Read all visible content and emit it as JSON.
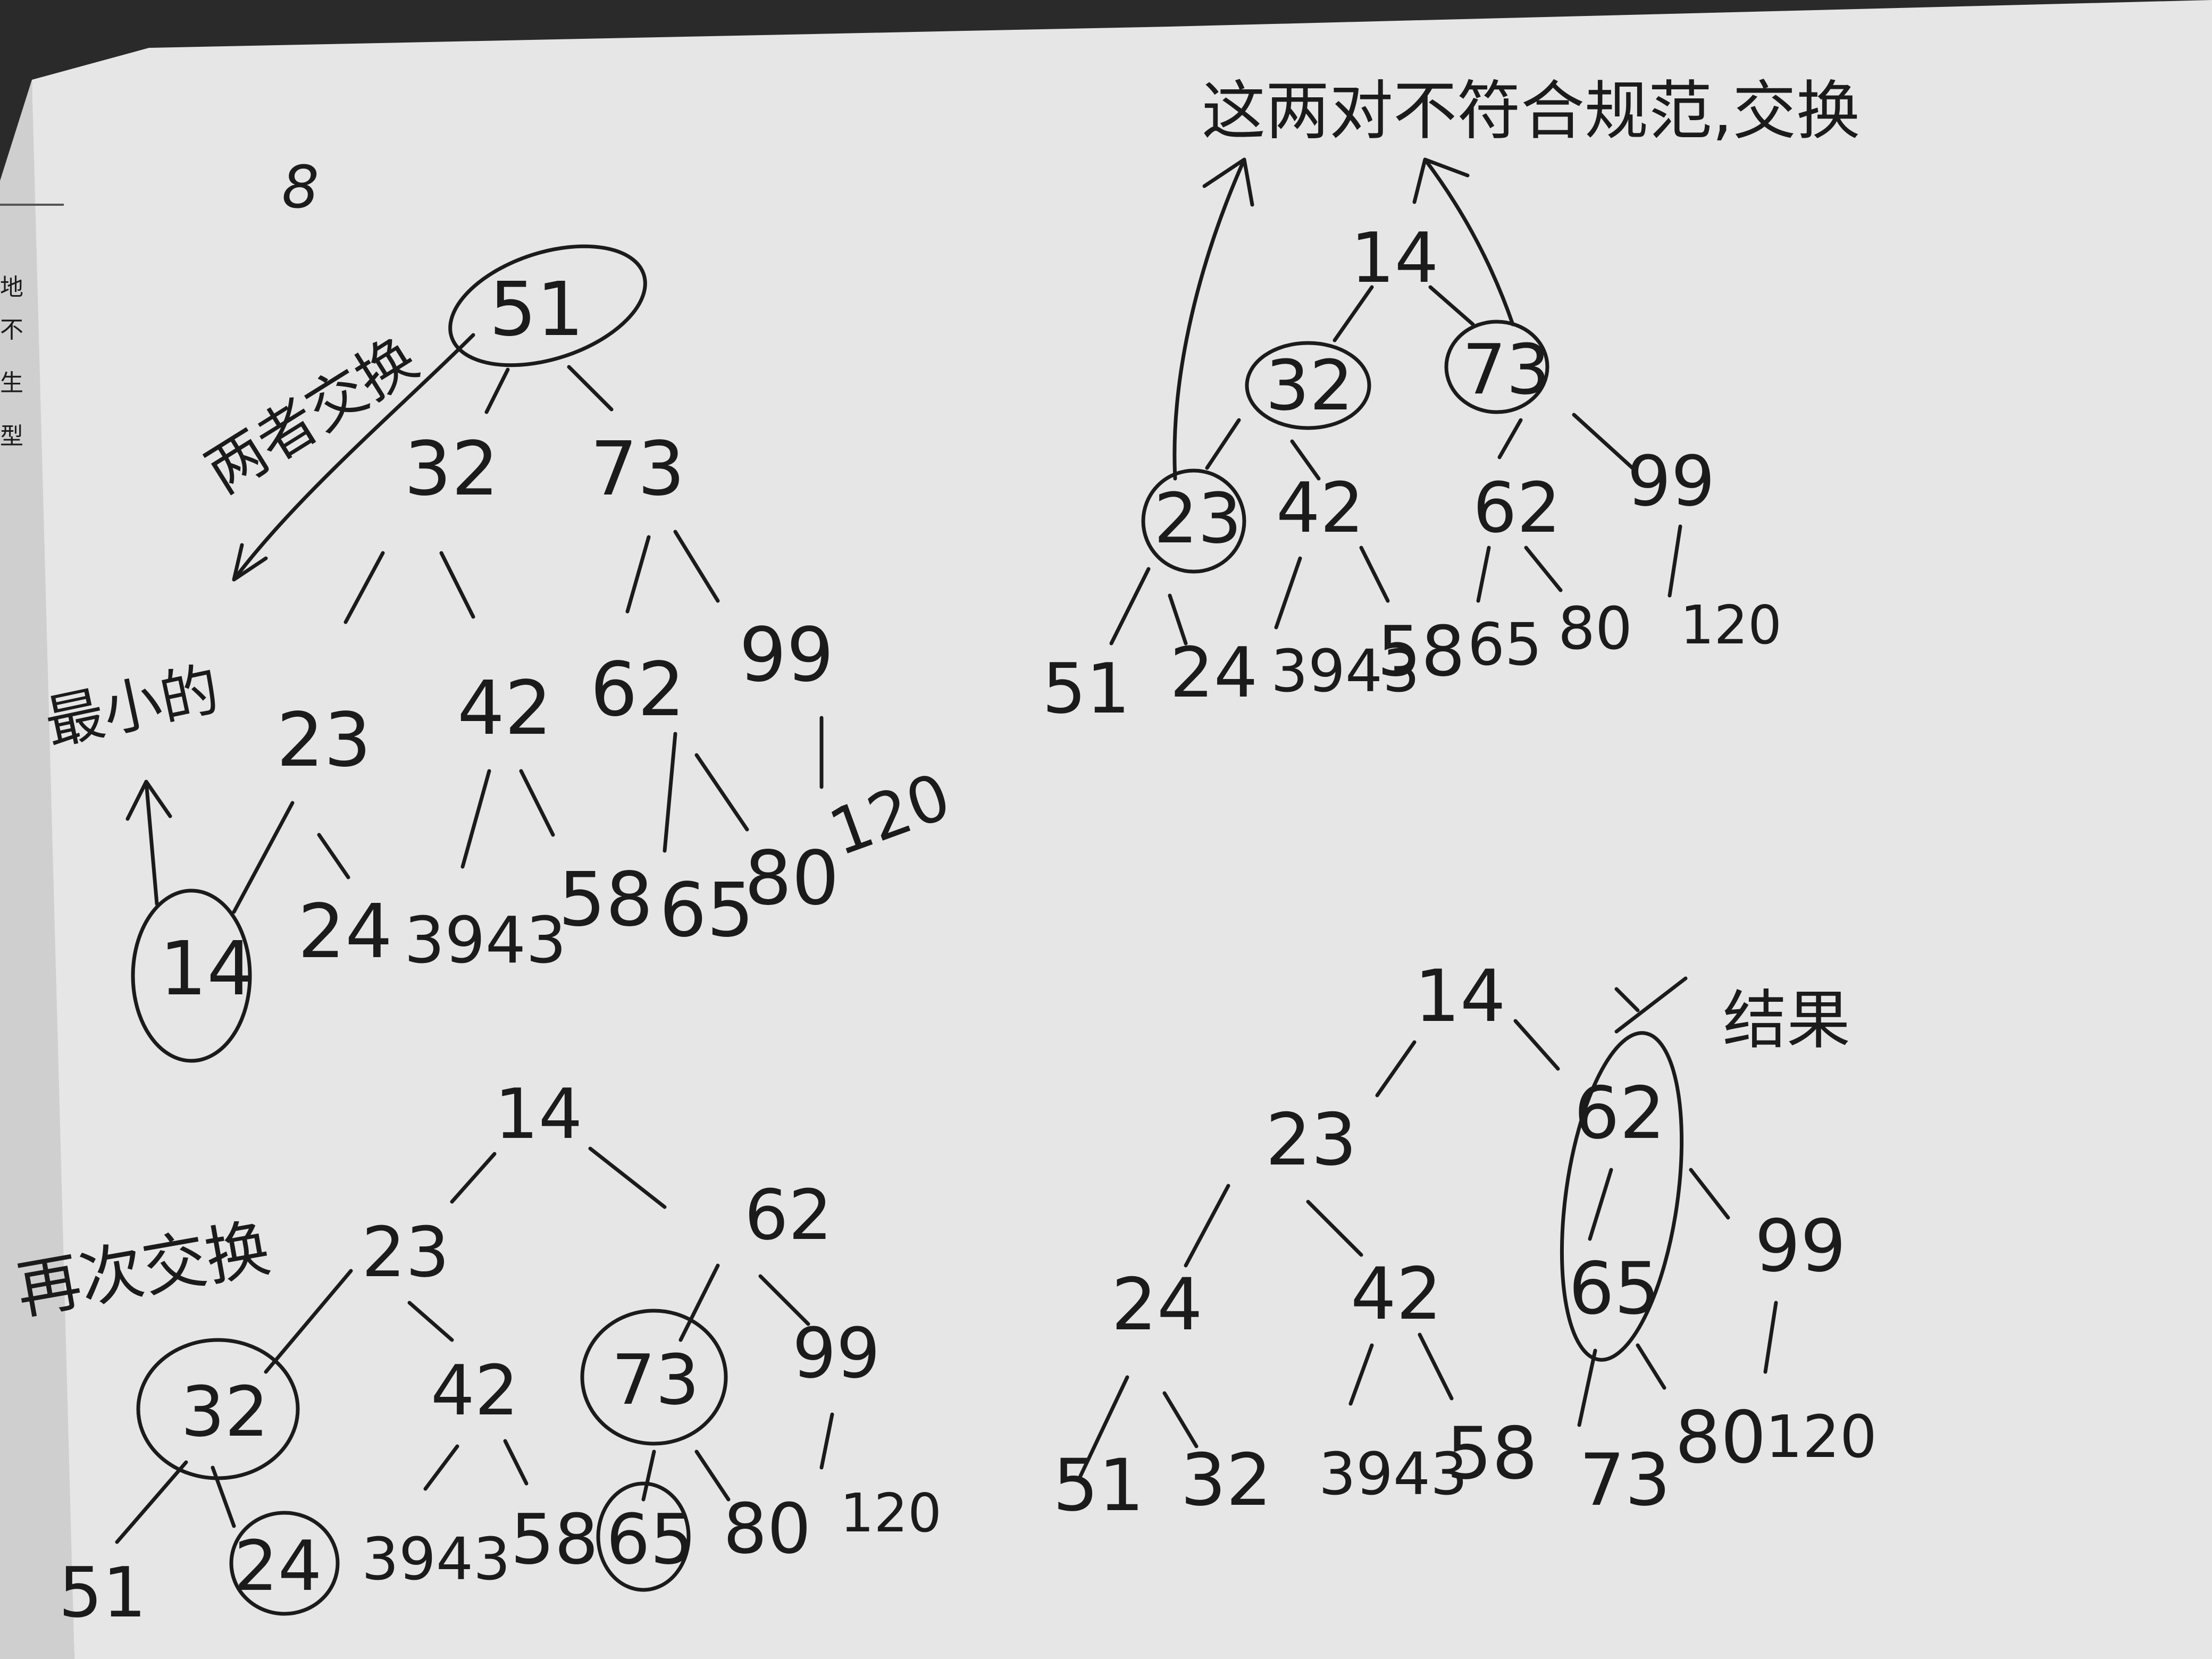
{
  "page_marker": "8",
  "colors": {
    "paper": "#e6e6e6",
    "ink": "#1b1b1b",
    "background": "#2a2a2a"
  },
  "margin_fragments": [
    "地",
    "不",
    "生",
    "型"
  ],
  "diagram_1": {
    "annotation_swap": "两者交换",
    "annotation_min": "最小的",
    "nodes": {
      "n51": "51",
      "n32": "32",
      "n73": "73",
      "n23": "23",
      "n42": "42",
      "n62": "62",
      "n99": "99",
      "n14": "14",
      "n24": "24",
      "n3943": "3943",
      "n58": "58",
      "n65": "65",
      "n80": "80",
      "n120": "120"
    }
  },
  "diagram_2": {
    "annotation": "这两对不符合规范,交换",
    "nodes": {
      "n14": "14",
      "n32": "32",
      "n73": "73",
      "n23": "23",
      "n42": "42",
      "n62": "62",
      "n99": "99",
      "n51": "51",
      "n24": "24",
      "n3943": "3943",
      "n58": "58",
      "n65": "65",
      "n80": "80",
      "n120": "120"
    }
  },
  "diagram_3": {
    "annotation": "再次交换",
    "nodes": {
      "n14": "14",
      "n23": "23",
      "n62": "62",
      "n32": "32",
      "n42": "42",
      "n73": "73",
      "n99": "99",
      "n51": "51",
      "n24": "24",
      "n3943": "3943",
      "n58": "58",
      "n65": "65",
      "n80": "80",
      "n120": "120"
    }
  },
  "diagram_4": {
    "annotation": "结果",
    "nodes": {
      "n14": "14",
      "n23": "23",
      "n62": "62",
      "n24": "24",
      "n42": "42",
      "n65": "65",
      "n99": "99",
      "n51": "51",
      "n32": "32",
      "n3943": "3943",
      "n58": "58",
      "n73": "73",
      "n80": "80",
      "n120": "120"
    }
  }
}
